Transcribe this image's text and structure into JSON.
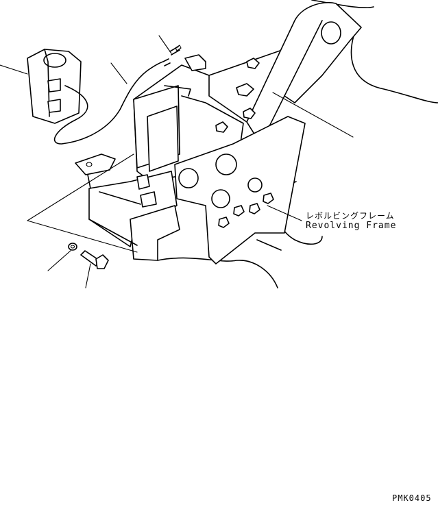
{
  "callout": {
    "label_jp": "レボルビングフレーム",
    "label_en": "Revolving Frame"
  },
  "drawing_code": "PMK0405"
}
